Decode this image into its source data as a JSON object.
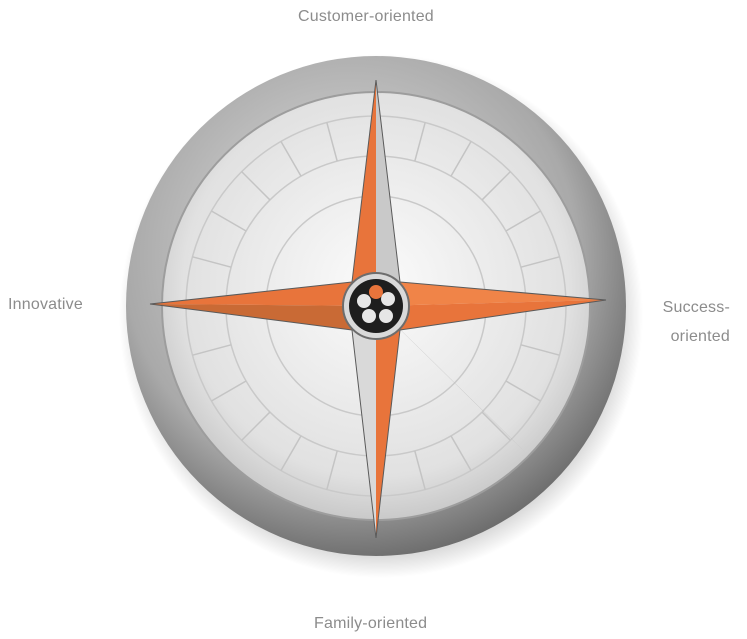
{
  "compass": {
    "north_label": "Customer-oriented",
    "south_label": "Family-oriented",
    "west_label": "Innovative",
    "east_label_line1": "Success-",
    "east_label_line2": "oriented"
  },
  "colors": {
    "accent": "#e8743b",
    "accent_dark": "#b95420",
    "metal_light": "#f2f2f2",
    "metal_dark": "#6e6e6e",
    "label": "#8c8c8c"
  }
}
